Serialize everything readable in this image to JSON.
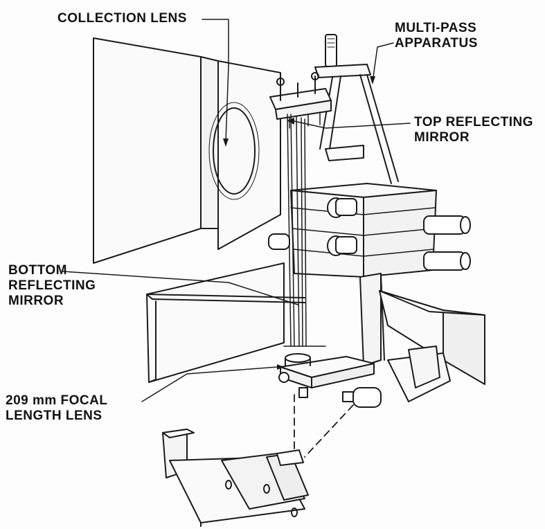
{
  "labels": {
    "collection_lens": "COLLECTION LENS",
    "multi_pass": [
      "MULTI-PASS",
      "APPARATUS"
    ],
    "top_mirror": [
      "TOP REFLECTING",
      "MIRROR"
    ],
    "bottom_mirror": [
      "BOTTOM",
      "REFLECTING",
      "MIRROR"
    ],
    "focal_lens": [
      "209 mm FOCAL",
      "LENGTH LENS"
    ]
  },
  "colors": {
    "ink": "#1a1a1a",
    "background": "#fdfdfd"
  }
}
